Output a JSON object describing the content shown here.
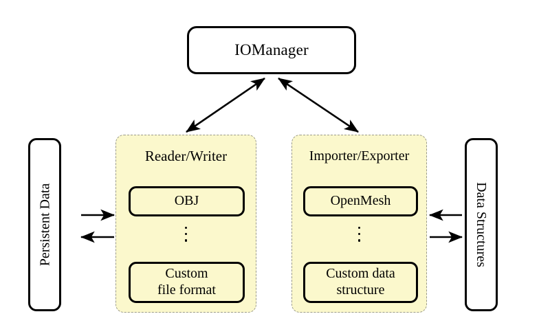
{
  "diagram": {
    "title_box": {
      "label": "IOManager",
      "shape": "rounded-rect"
    },
    "left_store": {
      "label": "Persistent Data",
      "orientation": "rotated-ccw"
    },
    "right_store": {
      "label": "Data Structures",
      "orientation": "rotated-cw"
    },
    "groups": [
      {
        "id": "reader-writer",
        "title": "Reader/Writer",
        "items": [
          {
            "label": "OBJ"
          },
          {
            "label": "Custom\nfile format",
            "line1": "Custom",
            "line2": "file format"
          }
        ],
        "ellipsis": "vertical-dots"
      },
      {
        "id": "importer-exporter",
        "title": "Importer/Exporter",
        "items": [
          {
            "label": "OpenMesh"
          },
          {
            "label": "Custom data\nstructure",
            "line1": "Custom data",
            "line2": "structure"
          }
        ],
        "ellipsis": "vertical-dots"
      }
    ],
    "connections": [
      {
        "id": "manager-to-reader-writer",
        "from": "IOManager",
        "to": "Reader/Writer",
        "arrow": "double"
      },
      {
        "id": "manager-to-importer-exporter",
        "from": "IOManager",
        "to": "Importer/Exporter",
        "arrow": "double"
      },
      {
        "id": "persistent-data-to-reader-writer",
        "from": "Persistent Data",
        "to": "Reader/Writer",
        "arrow": "single-right"
      },
      {
        "id": "reader-writer-to-persistent-data",
        "from": "Reader/Writer",
        "to": "Persistent Data",
        "arrow": "single-left"
      },
      {
        "id": "data-structures-to-importer-exporter",
        "from": "Data Structures",
        "to": "Importer/Exporter",
        "arrow": "single-left"
      },
      {
        "id": "importer-exporter-to-data-structures",
        "from": "Importer/Exporter",
        "to": "Data Structures",
        "arrow": "single-right"
      }
    ],
    "colors": {
      "panel_fill": "#fbf8cc",
      "panel_border": "#9a9a8a",
      "box_border": "#000000",
      "box_fill": "#ffffff",
      "background": "#ffffff",
      "stroke": "#000000"
    }
  }
}
